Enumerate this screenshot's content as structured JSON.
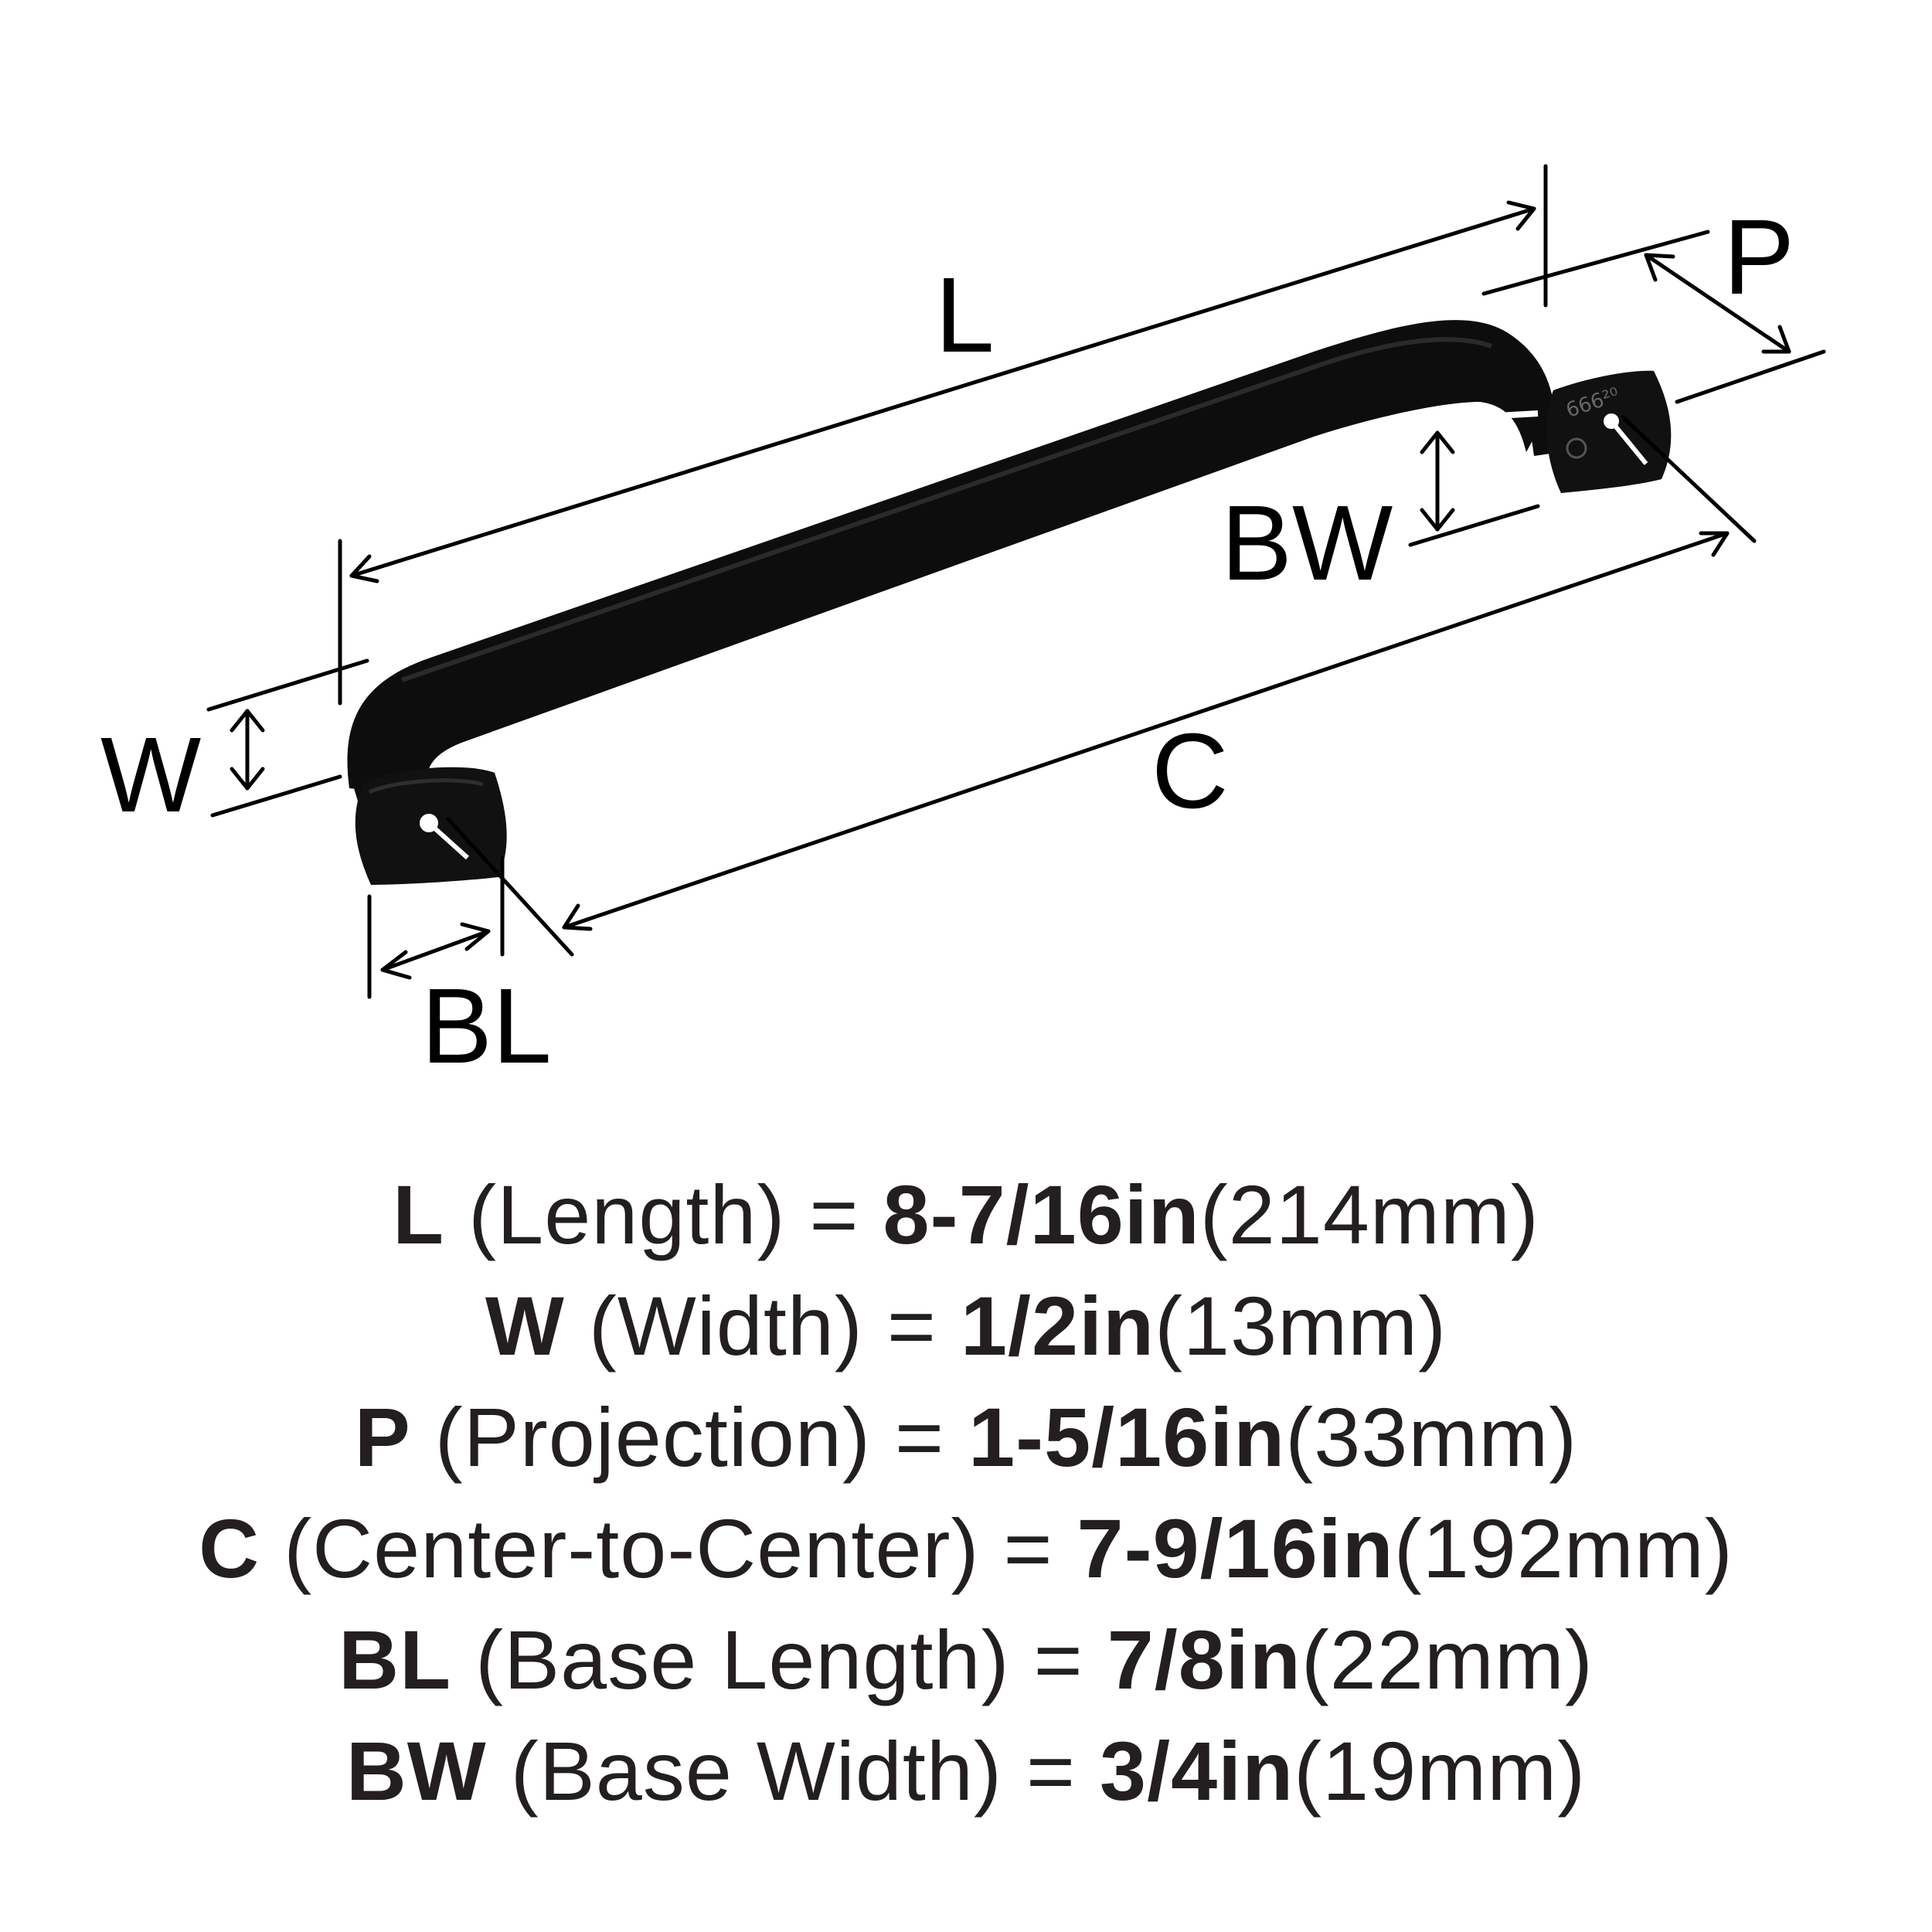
{
  "diagram": {
    "labels": {
      "L": "L",
      "W": "W",
      "P": "P",
      "C": "C",
      "BL": "BL",
      "BW": "BW"
    },
    "base_marking": "666²⁰",
    "colors": {
      "product": "#0d0d0d",
      "line": "#000000",
      "text": "#231f20"
    }
  },
  "specs": [
    {
      "symbol": "L",
      "description": "(Length)",
      "imperial": "8-7/16in",
      "metric": "(214mm)"
    },
    {
      "symbol": "W",
      "description": "(Width)",
      "imperial": "1/2in",
      "metric": "(13mm)"
    },
    {
      "symbol": "P",
      "description": "(Projection)",
      "imperial": "1-5/16in",
      "metric": "(33mm)"
    },
    {
      "symbol": "C",
      "description": "(Center-to-Center)",
      "imperial": "7-9/16in",
      "metric": "(192mm)"
    },
    {
      "symbol": "BL",
      "description": "(Base Length)",
      "imperial": "7/8in",
      "metric": "(22mm)"
    },
    {
      "symbol": "BW",
      "description": "(Base Width)",
      "imperial": "3/4in",
      "metric": "(19mm)"
    }
  ],
  "equals": "="
}
